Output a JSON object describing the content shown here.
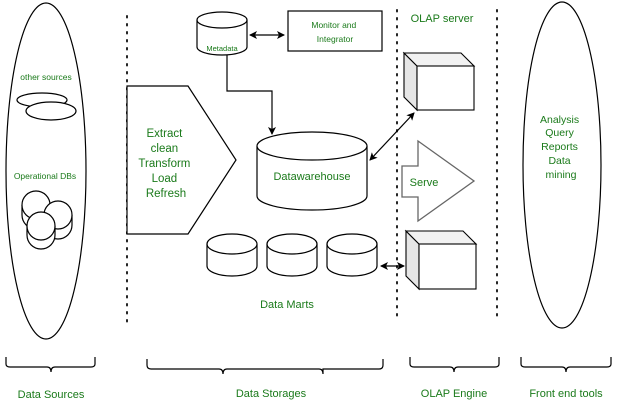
{
  "title": "Data Warehouse Architecture",
  "colors": {
    "label": "#1a7a1a",
    "stroke": "#000000",
    "cube_side": "#e6e6e6",
    "cube_top": "#f2f2f2"
  },
  "sources": {
    "other_sources": "other sources",
    "operational_dbs": "Operational DBs"
  },
  "etl": {
    "lines": [
      "Extract",
      "clean",
      "Transform",
      "Load",
      "Refresh"
    ]
  },
  "metadata": "Metadata",
  "monitor": {
    "lines": [
      "Monitor and",
      "Integrator"
    ]
  },
  "datawarehouse": "Datawarehouse",
  "data_marts": "Data Marts",
  "olap": {
    "server": "OLAP server",
    "serve": "Serve"
  },
  "front_end": {
    "lines": [
      "Analysis",
      "Query",
      "Reports",
      "Data",
      "mining"
    ]
  },
  "layers": {
    "data_sources": "Data Sources",
    "data_storages": "Data Storages",
    "olap_engine": "OLAP Engine",
    "front_end_tools": "Front end tools"
  }
}
